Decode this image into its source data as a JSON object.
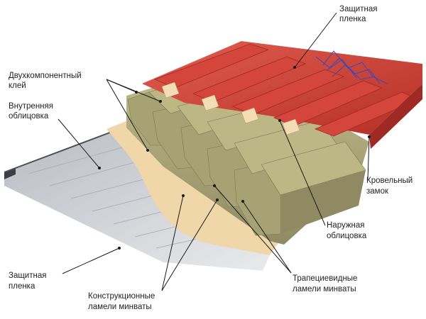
{
  "labels": {
    "protective_film_top": [
      "Защитная",
      "пленка"
    ],
    "two_component_glue": [
      "Двухкомпонентный",
      "клей"
    ],
    "inner_cladding": [
      "Внутренняя",
      "облицовка"
    ],
    "roof_lock": [
      "Кровельный",
      "замок"
    ],
    "outer_cladding": [
      "Наружная",
      "облицовка"
    ],
    "protective_film_bottom": [
      "Защитная",
      "пленка"
    ],
    "trapezoid_lamellae": [
      "Трапециевидные",
      "ламели минваты"
    ],
    "structural_lamellae": [
      "Конструкционные",
      "ламели минваты"
    ]
  },
  "colors": {
    "outer_sheet": "#c8372e",
    "outer_sheet_dark": "#9e2a23",
    "outer_sheet_light": "#de5a4e",
    "mineral_wool": "#b2ad7c",
    "mineral_wool_dark": "#8c8760",
    "glue_layer": "#f0d9ae",
    "inner_sheet": "#cfd2d6",
    "inner_sheet_dark": "#9ea3a9",
    "film": "#3b49b8"
  }
}
